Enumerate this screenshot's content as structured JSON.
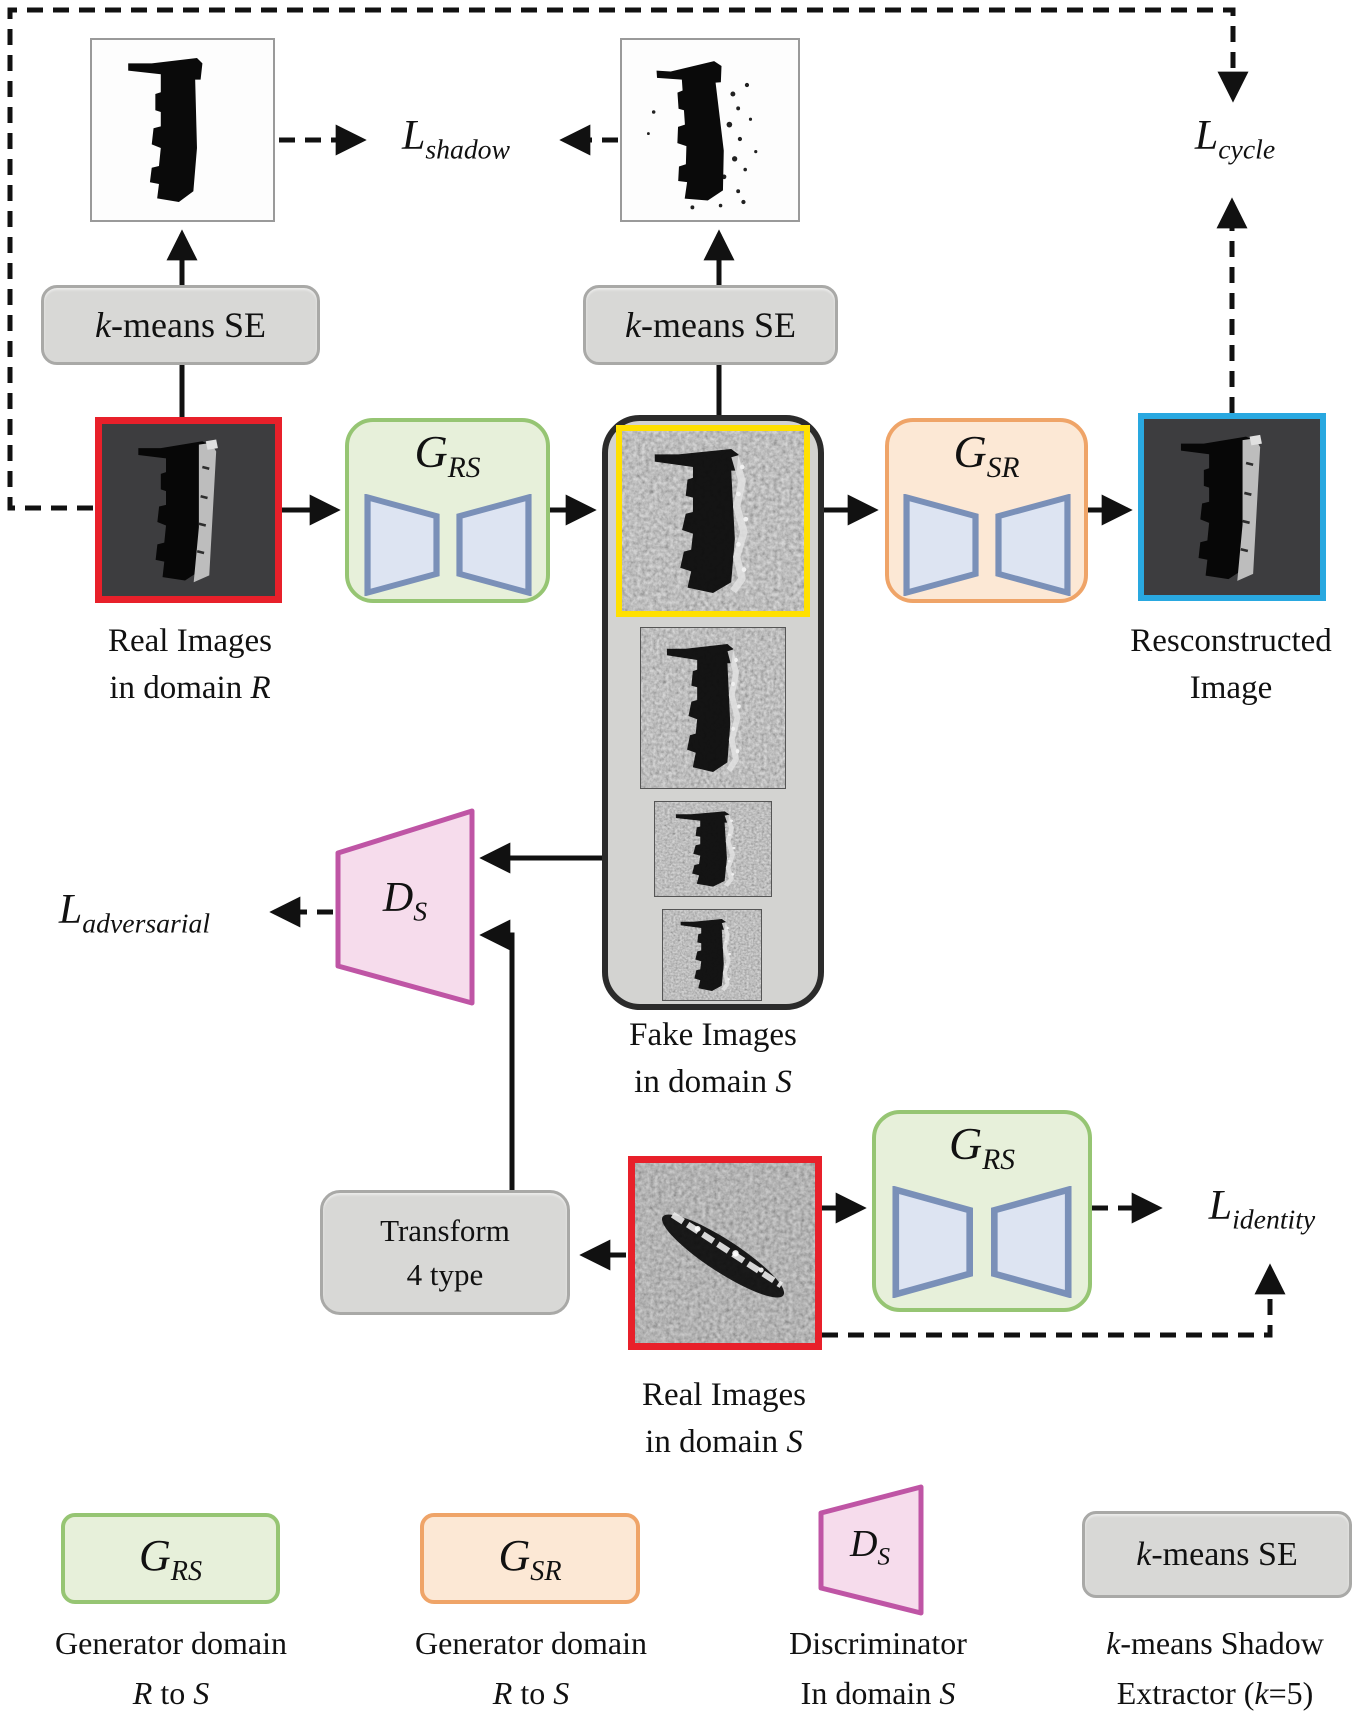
{
  "losses": {
    "shadow": {
      "base": "L",
      "sub": "shadow"
    },
    "cycle": {
      "base": "L",
      "sub": "cycle"
    },
    "adversarial": {
      "base": "L",
      "sub": "adversarial"
    },
    "identity": {
      "base": "L",
      "sub": "identity"
    }
  },
  "modules": {
    "grs": {
      "base": "G",
      "sub": "RS"
    },
    "gsr": {
      "base": "G",
      "sub": "SR"
    },
    "ds": {
      "base": "D",
      "sub": "S"
    },
    "kmeans": {
      "k": "k",
      "rest": "-means SE"
    }
  },
  "nodes": {
    "real_r": {
      "line1": "Real Images",
      "line2_prefix": "in domain ",
      "line2_var": "R"
    },
    "fake_s": {
      "line1": "Fake Images",
      "line2_prefix": "in domain ",
      "line2_var": "S"
    },
    "real_s": {
      "line1": "Real Images",
      "line2_prefix": "in domain ",
      "line2_var": "S"
    },
    "reconstructed": {
      "line1": "Resconstructed",
      "line2": "Image"
    },
    "transform": {
      "line1": "Transform",
      "line2": "4 type"
    }
  },
  "legend": {
    "grs": {
      "caption_line1": "Generator domain",
      "from": "R",
      "conj": " to ",
      "to": "S"
    },
    "gsr": {
      "caption_line1": "Generator domain",
      "from": "R",
      "conj": " to ",
      "to": "S"
    },
    "ds": {
      "caption_line1": "Discriminator",
      "line2_prefix": "In domain ",
      "line2_var": "S"
    },
    "kmeans": {
      "line1_k": "k",
      "line1_rest": "-means Shadow",
      "line2_prefix": "Extractor (",
      "line2_k": "k",
      "line2_suffix": "=5)"
    }
  },
  "colors": {
    "arrow": "#111111",
    "red_border": "#e8202a",
    "yellow_border": "#ffe000",
    "blue_border": "#29a8e0",
    "green_fill": "#e7f0da",
    "green_border": "#96c573",
    "orange_fill": "#fce8d5",
    "orange_border": "#efa468",
    "pink_fill": "#f6dcec",
    "pink_border": "#bf55a5",
    "gray_fill": "#d8d8d6",
    "gray_border": "#a9a9a7",
    "container_border": "#2b2b2b",
    "encoder_fill": "#dde4f2",
    "encoder_border": "#7a90b8"
  }
}
